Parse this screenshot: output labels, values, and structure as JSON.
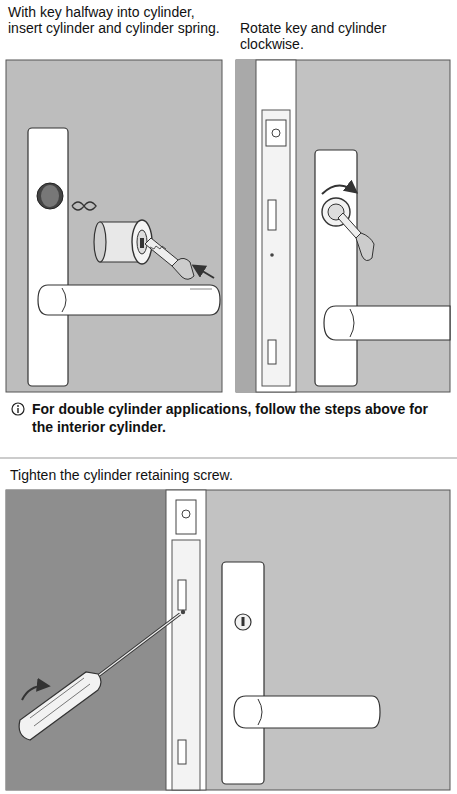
{
  "diagram": {
    "labels": [
      "With key halfway into cylinder, insert cylinder and cylinder spring.",
      "Rotate key and cylinder clockwise.",
      "For double cylinder applications, follow the steps above for the interior cylinder.",
      "Tighten the cylinder retaining screw."
    ]
  }
}
